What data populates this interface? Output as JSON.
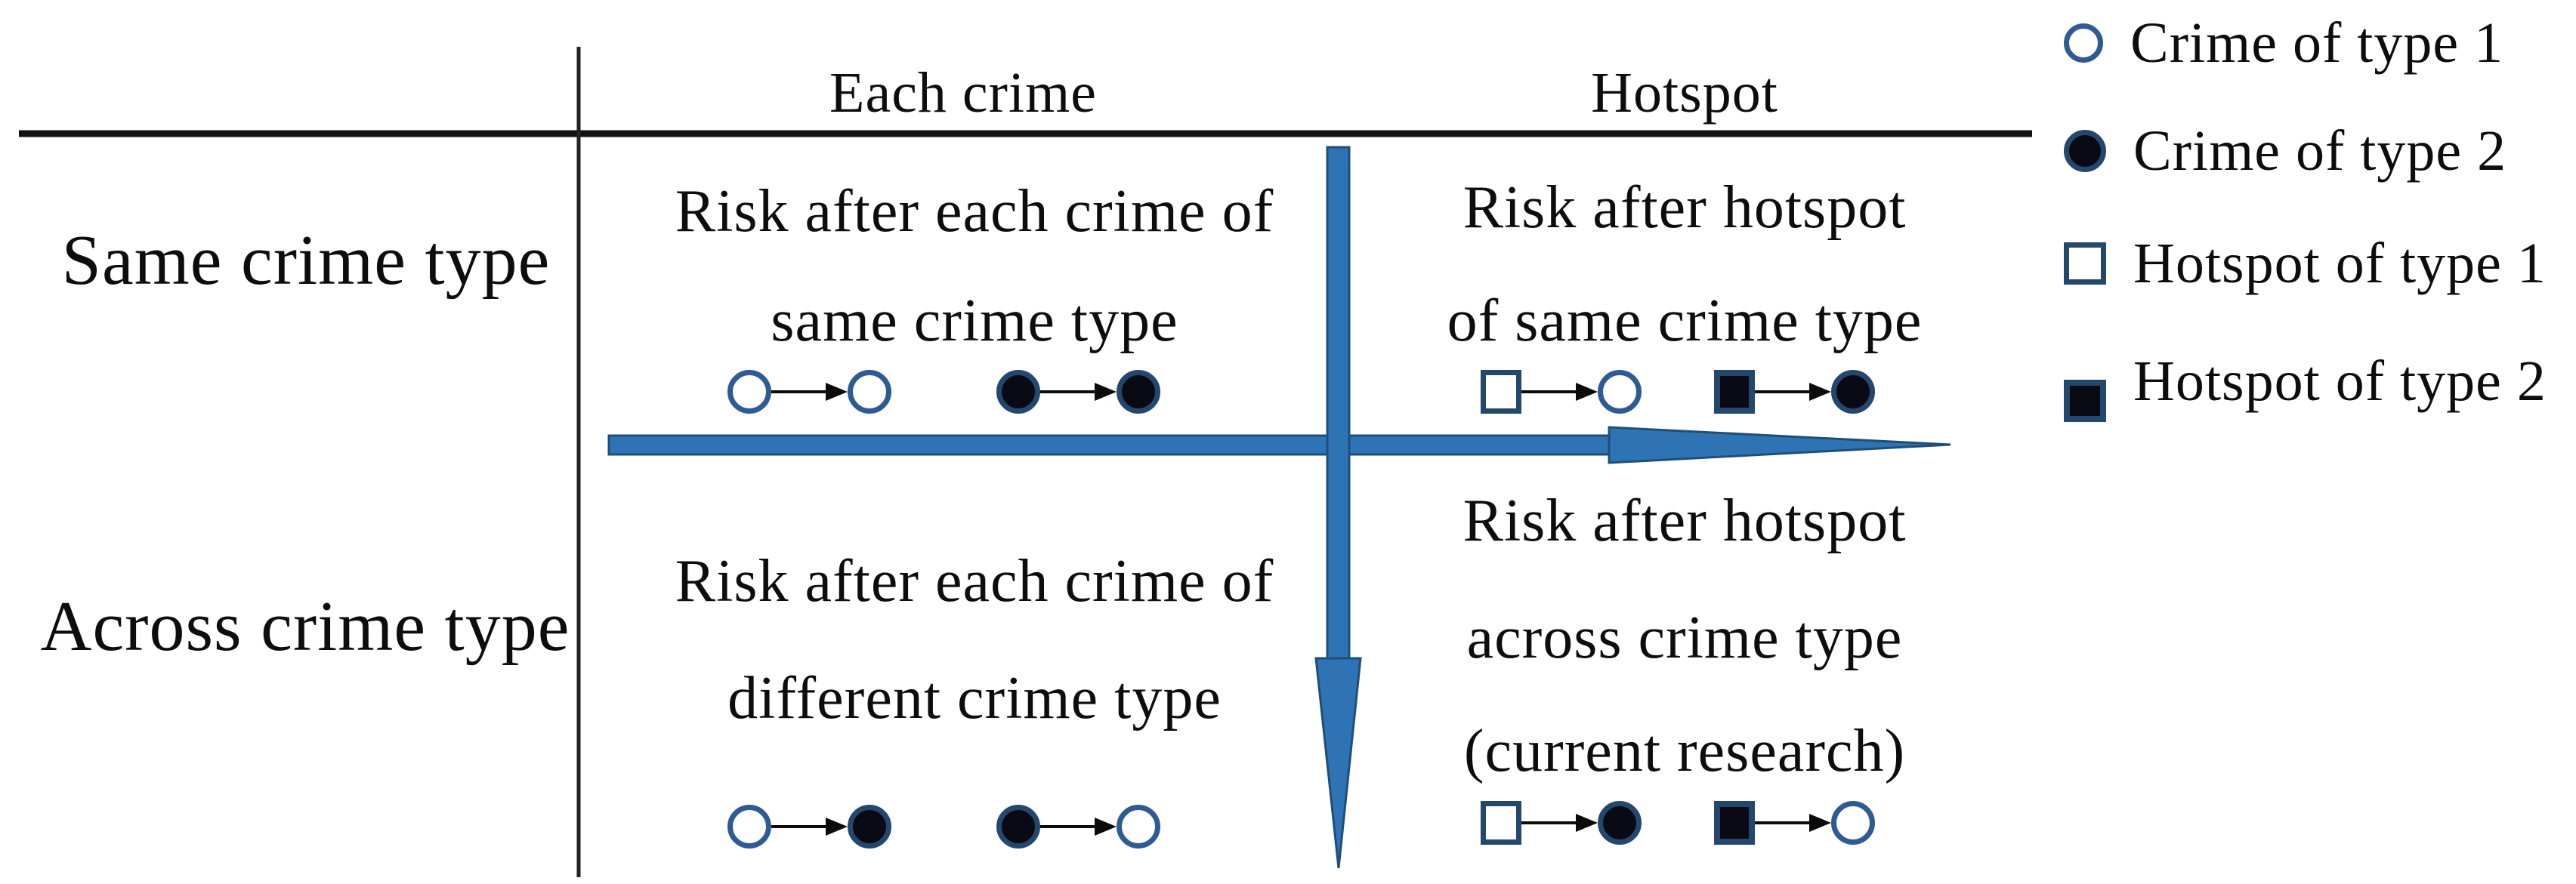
{
  "matrix": {
    "column_headers": [
      "Each crime",
      "Hotspot"
    ],
    "row_headers": [
      "Same crime type",
      "Across crime type"
    ],
    "cells": [
      {
        "name": "same-type-each-crime",
        "lines": [
          "Risk after each crime of",
          "same crime type"
        ],
        "sequences": [
          {
            "from": "circle-open",
            "to": "circle-open"
          },
          {
            "from": "circle-filled",
            "to": "circle-filled"
          }
        ]
      },
      {
        "name": "same-type-hotspot",
        "lines": [
          "Risk after hotspot",
          "of same crime type"
        ],
        "sequences": [
          {
            "from": "square-open",
            "to": "circle-open"
          },
          {
            "from": "square-filled",
            "to": "circle-filled"
          }
        ]
      },
      {
        "name": "across-type-each-crime",
        "lines": [
          "Risk after each crime of",
          "different crime type"
        ],
        "sequences": [
          {
            "from": "circle-open",
            "to": "circle-filled"
          },
          {
            "from": "circle-filled",
            "to": "circle-open"
          }
        ]
      },
      {
        "name": "across-type-hotspot",
        "lines": [
          "Risk after hotspot",
          "across crime type",
          "(current research)"
        ],
        "sequences": [
          {
            "from": "square-open",
            "to": "circle-filled"
          },
          {
            "from": "square-filled",
            "to": "circle-open"
          }
        ]
      }
    ]
  },
  "legend": {
    "items": [
      {
        "marker": "circle-open",
        "label": "Crime of type 1"
      },
      {
        "marker": "circle-filled",
        "label": "Crime of type 2"
      },
      {
        "marker": "square-open",
        "label": "Hotspot of type 1"
      },
      {
        "marker": "square-filled",
        "label": "Hotspot of type 2"
      }
    ]
  },
  "colors": {
    "marker_circle_stroke": "#2e5b94",
    "marker_square_stroke": "#24476e",
    "marker_dark_fill": "#0a0a14",
    "arrow_fill": "#2e74b5",
    "arrow_edge": "#1f4e79",
    "table_line": "#111111"
  }
}
